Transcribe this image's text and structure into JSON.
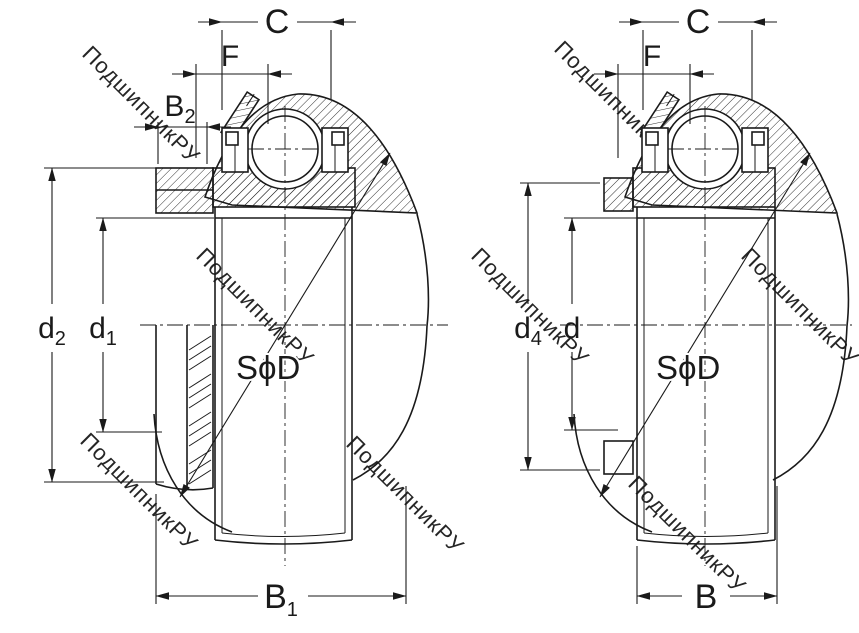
{
  "colors": {
    "background": "#ffffff",
    "line": "#1a1a1a",
    "watermark": "#c6c6c6"
  },
  "watermark": {
    "text": "ПодшипникРУ"
  },
  "left_view": {
    "dim_c": "C",
    "dim_f": "F",
    "dim_b2": {
      "base": "B",
      "sub": "2"
    },
    "dim_d2": {
      "base": "d",
      "sub": "2"
    },
    "dim_d1": {
      "base": "d",
      "sub": "1"
    },
    "dim_sphere": "SϕD",
    "dim_b1": {
      "base": "B",
      "sub": "1"
    }
  },
  "right_view": {
    "dim_c": "C",
    "dim_f": "F",
    "dim_d4": {
      "base": "d",
      "sub": "4"
    },
    "dim_d": "d",
    "dim_sphere": "SϕD",
    "dim_b": "B"
  }
}
